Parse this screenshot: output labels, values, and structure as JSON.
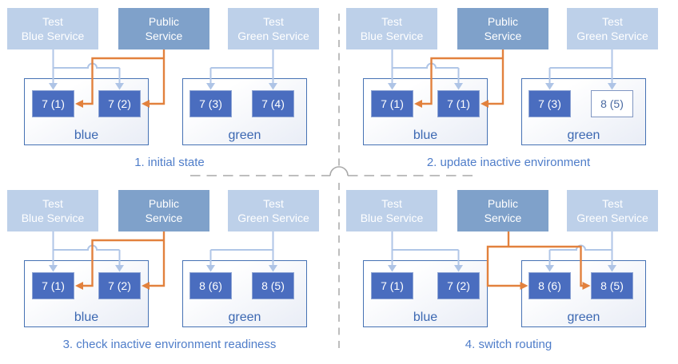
{
  "colors": {
    "pod_blue": "#4a6dbf",
    "service_light_blue": "#bdd0e9",
    "service_public_blue": "#7fa1ca",
    "arrow_light_blue": "#b0c6e7",
    "arrow_orange": "#e2813d",
    "env_border_blue": "#4672b4",
    "env_label_blue": "#3c68b2",
    "caption_blue": "#4f7dc9",
    "divider_gray": "#a8a8a8"
  },
  "services": [
    {
      "line1": "Test",
      "line2": "Blue Service"
    },
    {
      "line1": "Public",
      "line2": "Service"
    },
    {
      "line1": "Test",
      "line2": "Green Service"
    }
  ],
  "panels": [
    {
      "caption": "1. initial state",
      "blue": {
        "label": "blue",
        "pods": [
          "7 (1)",
          "7 (2)"
        ]
      },
      "green": {
        "label": "green",
        "pods": [
          "7 (3)",
          "7 (4)"
        ]
      }
    },
    {
      "caption": "2. update inactive environment",
      "blue": {
        "label": "blue",
        "pods": [
          "7 (1)",
          "7 (1)"
        ]
      },
      "green": {
        "label": "green",
        "pods": [
          "7 (3)",
          "8 (5)"
        ]
      }
    },
    {
      "caption": "3. check inactive environment readiness",
      "blue": {
        "label": "blue",
        "pods": [
          "7 (1)",
          "7 (2)"
        ]
      },
      "green": {
        "label": "green",
        "pods": [
          "8 (6)",
          "8 (5)"
        ]
      }
    },
    {
      "caption": "4. switch routing",
      "blue": {
        "label": "blue",
        "pods": [
          "7 (1)",
          "7 (2)"
        ]
      },
      "green": {
        "label": "green",
        "pods": [
          "8 (6)",
          "8 (5)"
        ]
      }
    }
  ]
}
